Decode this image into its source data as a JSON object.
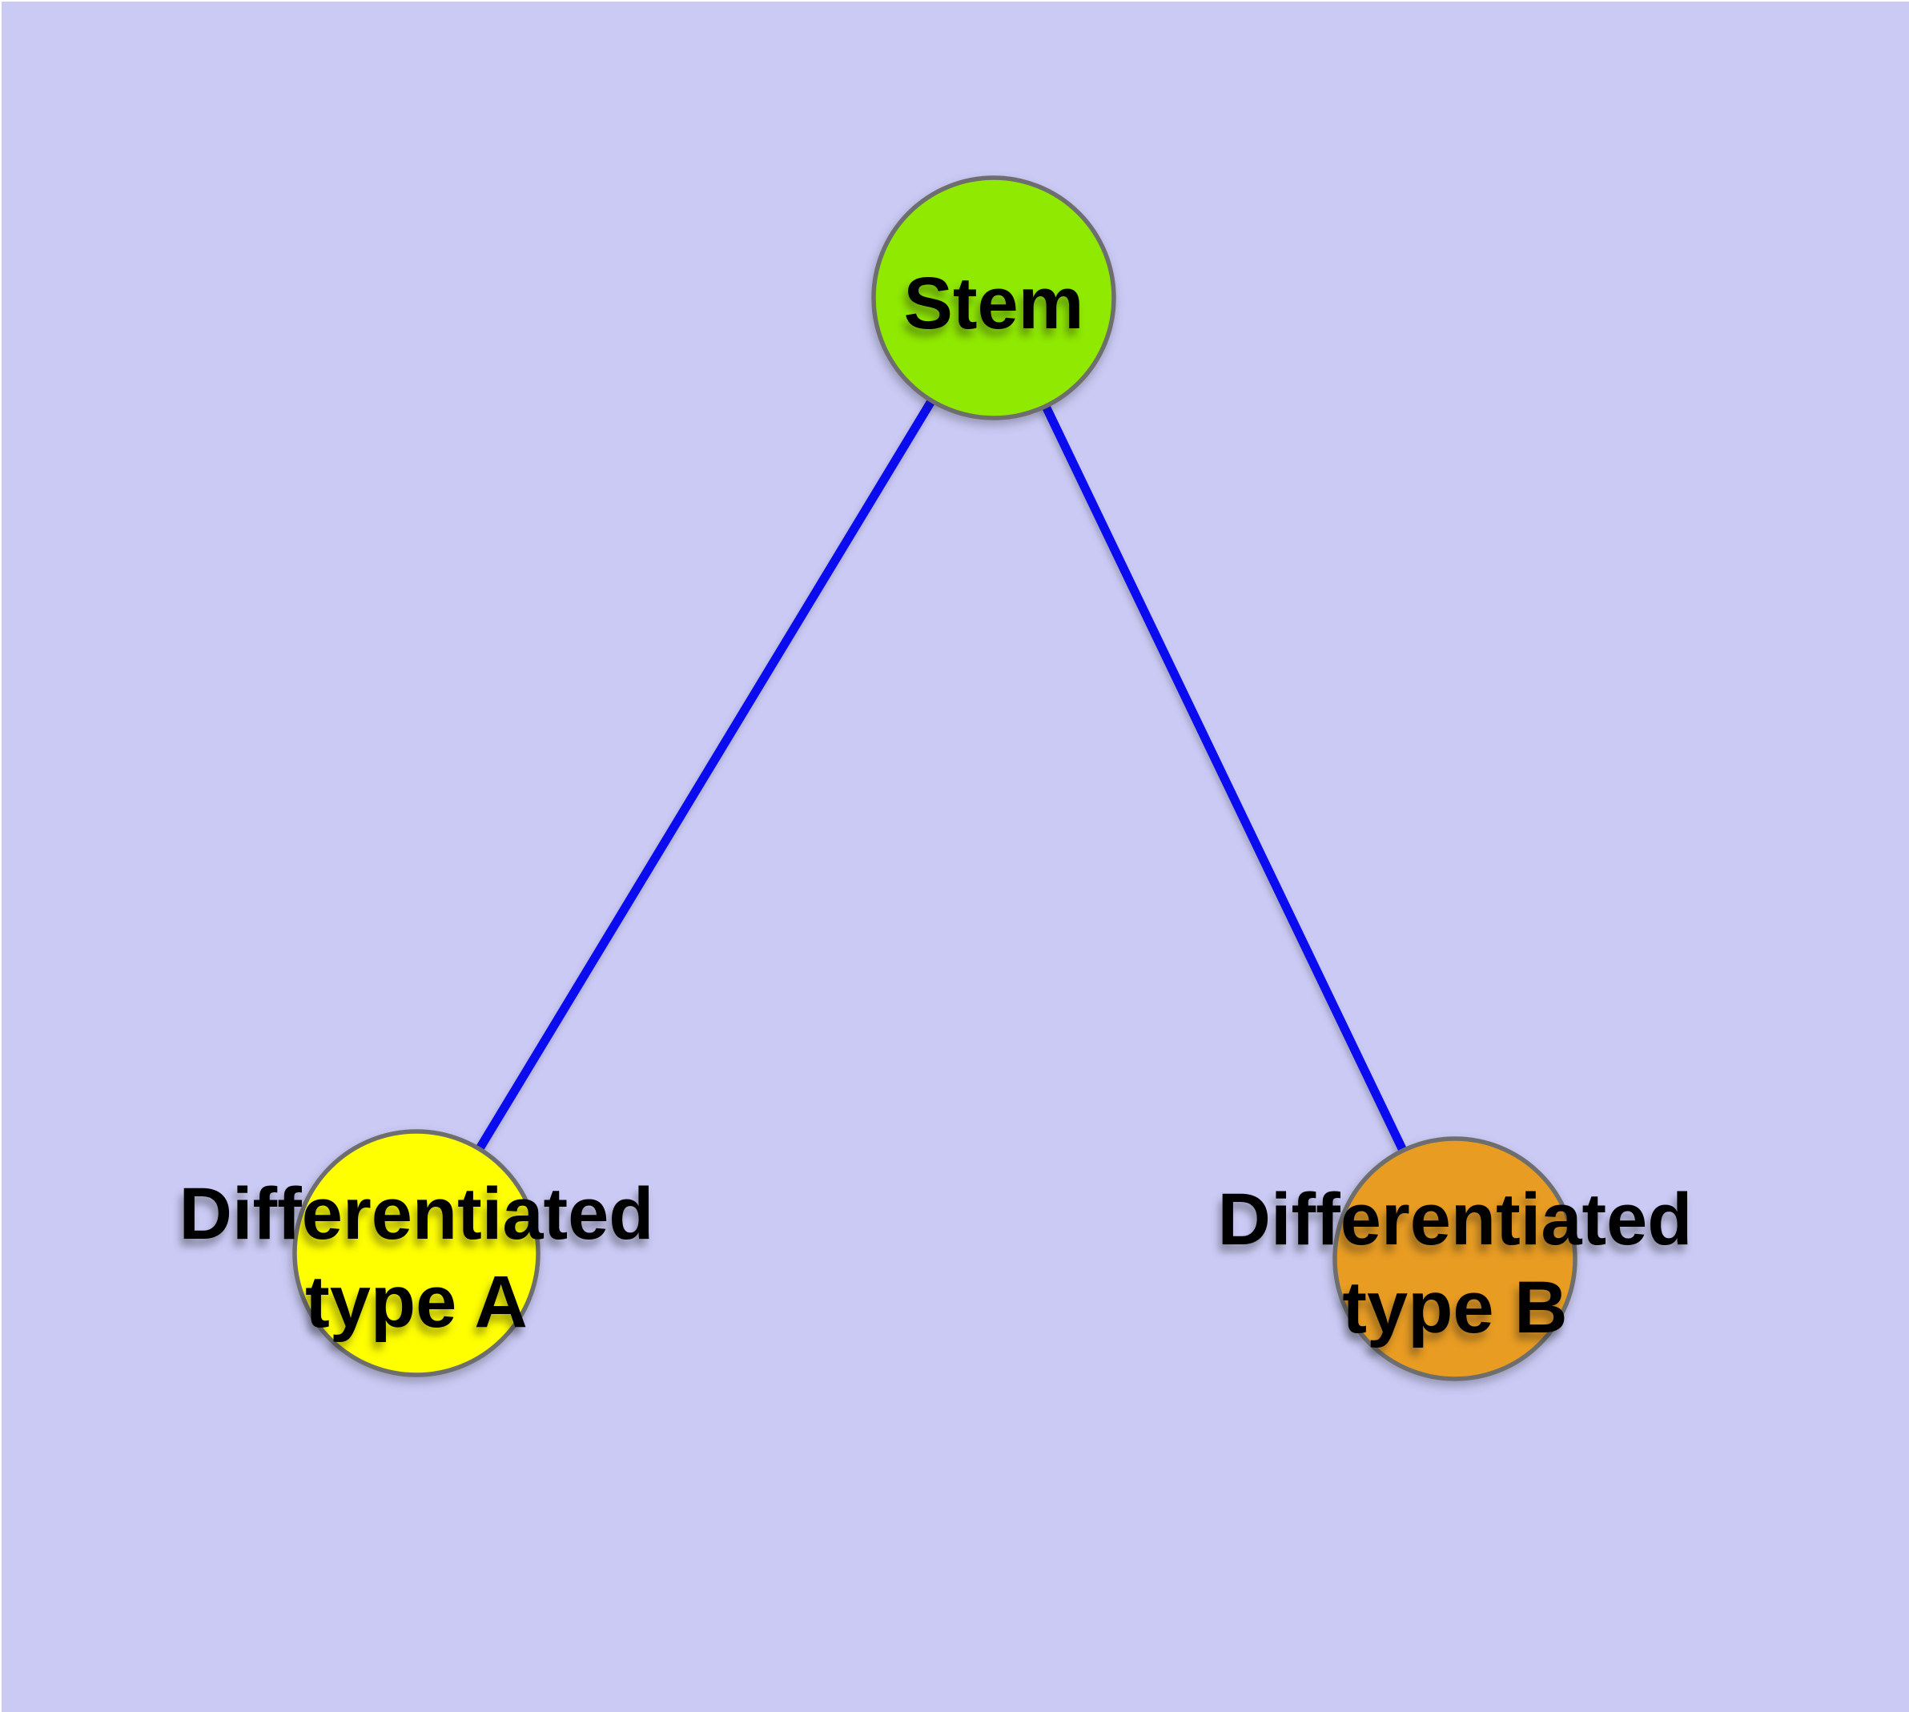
{
  "background_color": "#CACAF5",
  "page_margin_color": "#FFFFFF",
  "text_color": "#000000",
  "edge_style": {
    "color": "#0B0BF0"
  },
  "node_border_color": "#6E6E6E",
  "nodes": {
    "stem": {
      "label": "Stem",
      "fill": "#8FE900",
      "border_color": "#6E6E6E"
    },
    "type_a": {
      "label_line1": "Differentiated",
      "label_line2": "type A",
      "fill": "#FFFF00",
      "border_color": "#6E6E6E"
    },
    "type_b": {
      "label_line1": "Differentiated",
      "label_line2": "type B",
      "fill": "#E89C22",
      "border_color": "#6E6E6E"
    }
  },
  "edges": [
    {
      "from": "stem",
      "to": "type_a"
    },
    {
      "from": "stem",
      "to": "type_b"
    }
  ]
}
